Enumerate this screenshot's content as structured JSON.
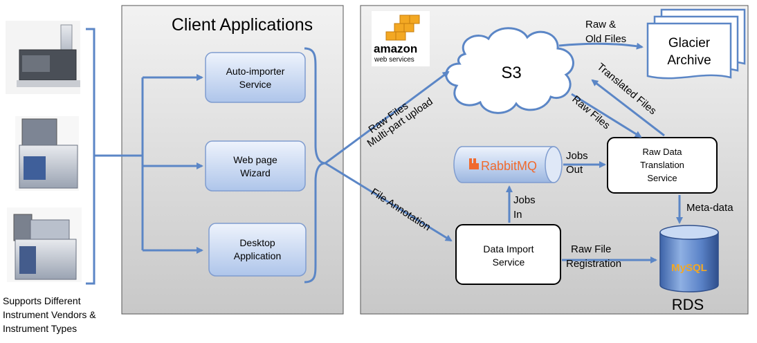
{
  "instruments": {
    "caption_lines": [
      "Supports Different",
      "Instrument Vendors &",
      "Instrument Types"
    ],
    "items": [
      "mass-spec-instrument",
      "mass-spec-instrument",
      "mass-spec-instrument"
    ]
  },
  "client": {
    "title": "Client Applications",
    "auto_importer": [
      "Auto-importer",
      "Service"
    ],
    "web_wizard": [
      "Web page",
      "Wizard"
    ],
    "desktop_app": [
      "Desktop",
      "Application"
    ]
  },
  "aws": {
    "logo": [
      "amazon",
      "web services"
    ],
    "s3": "S3",
    "glacier": [
      "Glacier",
      "Archive"
    ],
    "rabbitmq": "RabbitMQ",
    "translation": [
      "Raw Data",
      "Translation",
      "Service"
    ],
    "import": [
      "Data Import",
      "Service"
    ],
    "rds": "RDS",
    "mysql": "MySQL"
  },
  "labels": {
    "raw_old_files": [
      "Raw &",
      "Old Files"
    ],
    "raw_files_upload": [
      "Raw Files",
      "Multi-part upload"
    ],
    "translated_files": "Translated Files",
    "raw_files_down": "Raw Files",
    "jobs_out": [
      "Jobs",
      "Out"
    ],
    "jobs_in": [
      "Jobs",
      "In"
    ],
    "meta_data": "Meta-data",
    "raw_file_registration": [
      "Raw File",
      "Registration"
    ],
    "file_annotation": "File Annotation"
  },
  "colors": {
    "arrow": "#5b86c6",
    "panel_fill": "#d9d9d9",
    "box_blue_top": "#e9f0fb",
    "box_blue_bottom": "#b2c8ec",
    "rabbit_orange": "#f06a2e",
    "aws_orange": "#f3a823"
  }
}
